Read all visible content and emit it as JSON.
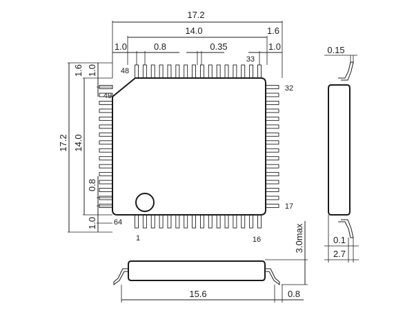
{
  "dimensions": {
    "width_total": "17.2",
    "width_body": "14.0",
    "lead_edge_right_top": "1.6",
    "lead_edge_left_top": "1.0",
    "pitch": "0.8",
    "lead_width": "0.35",
    "lead_edge_right_inner": "1.0",
    "height_edge_top_outer": "1.6",
    "height_edge_top_inner": "1.0",
    "height_total": "17.2",
    "height_body": "14.0",
    "height_pitch": "0.8",
    "height_edge_bottom": "1.0",
    "lead_thickness": "0.15",
    "standoff": "0.1",
    "side_depth": "2.7",
    "max_height": "3.0max",
    "bottom_length": "15.6",
    "lead_length": "0.8"
  },
  "pins": {
    "p1": "1",
    "p16": "16",
    "p17": "17",
    "p32": "32",
    "p33": "33",
    "p48": "48",
    "p49": "49",
    "p64": "64"
  },
  "colors": {
    "ink": "#1a1a1a",
    "background": "#ffffff"
  }
}
